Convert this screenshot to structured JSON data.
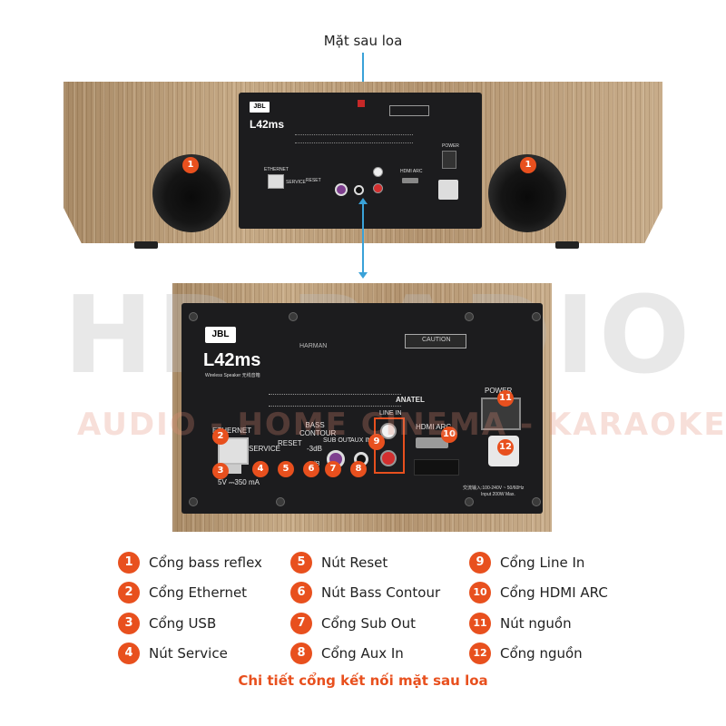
{
  "header": {
    "title": "Mặt sau loa"
  },
  "watermark": {
    "line1": "HD RADIO",
    "line2": "AUDIO - HOME CINEMA - KARAOKE"
  },
  "panel": {
    "brand": "JBL",
    "model": "L42ms",
    "subtitle": "Wireless Speaker 无线音箱",
    "harman": "HARMAN",
    "caution": "CAUTION",
    "anatel": "ANATEL",
    "ethernet": "ETHERNET",
    "service": "SERVICE",
    "reset": "RESET",
    "bass_contour": "BASS CONTOUR",
    "minus3db": "-3dB",
    "zero_db": "0dB",
    "sub_out": "SUB OUT",
    "aux_in": "AUX IN",
    "line_in": "LINE IN",
    "hdmi_arc": "HDMI ARC",
    "power": "POWER",
    "usb_rating": "5V ⎓350 mA",
    "power_rating": "交流输入:100-240V ~ 50/60Hz",
    "power_input": "Input  200W Max."
  },
  "legend": [
    {
      "num": "1",
      "label": "Cổng bass reflex"
    },
    {
      "num": "2",
      "label": "Cổng Ethernet"
    },
    {
      "num": "3",
      "label": "Cổng USB"
    },
    {
      "num": "4",
      "label": "Nút Service"
    },
    {
      "num": "5",
      "label": "Nút Reset"
    },
    {
      "num": "6",
      "label": "Nút Bass Contour"
    },
    {
      "num": "7",
      "label": "Cổng Sub Out"
    },
    {
      "num": "8",
      "label": "Cổng Aux In"
    },
    {
      "num": "9",
      "label": "Cổng Line In"
    },
    {
      "num": "10",
      "label": "Cổng HDMI ARC"
    },
    {
      "num": "11",
      "label": "Nút nguồn"
    },
    {
      "num": "12",
      "label": "Cổng nguồn"
    }
  ],
  "caption": "Chi tiết cổng kết nối mặt sau loa",
  "colors": {
    "accent": "#e8501e",
    "pointer": "#3aa2d8",
    "panel": "#1c1c1e"
  }
}
